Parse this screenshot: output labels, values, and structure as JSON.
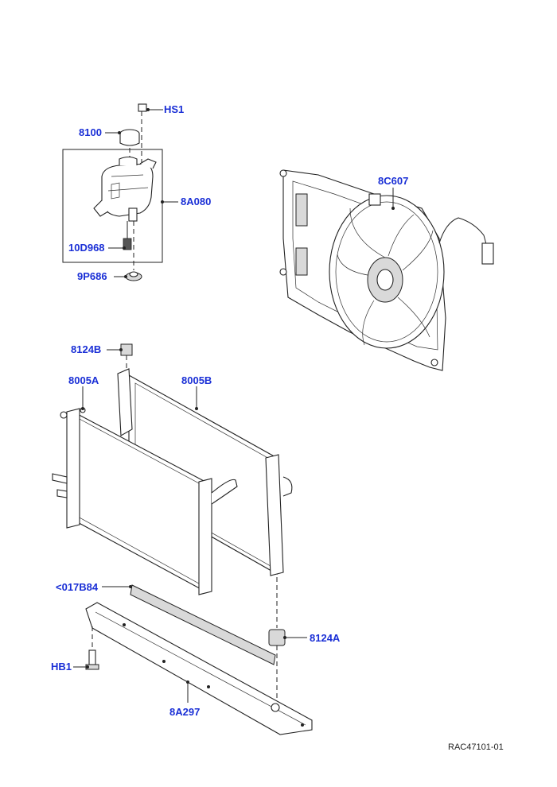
{
  "callouts": {
    "hs1": "HS1",
    "p8100": "8100",
    "p8a080": "8A080",
    "p10d968": "10D968",
    "p9p686": "9P686",
    "p8c607": "8C607",
    "p8124b": "8124B",
    "p8005a": "8005A",
    "p8005b": "8005B",
    "p017b84": "<017B84",
    "p8124a": "8124A",
    "hb1": "HB1",
    "p8a297": "8A297"
  },
  "figure_ref": "RAC47101-01"
}
